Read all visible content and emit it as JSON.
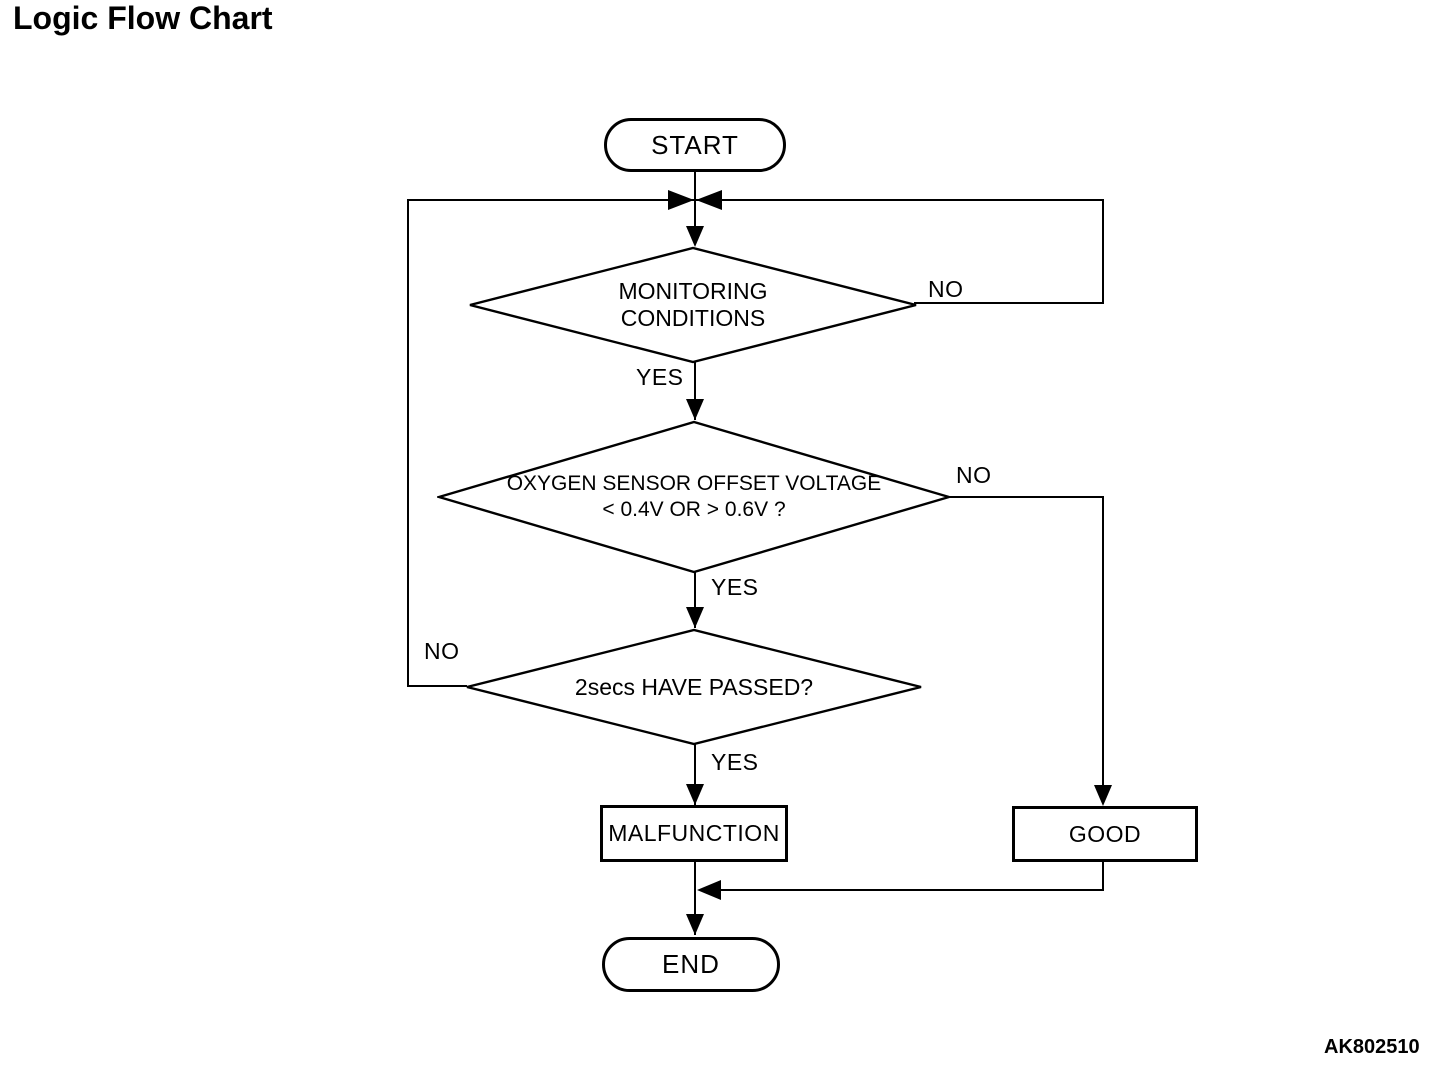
{
  "page": {
    "title": "Logic Flow Chart",
    "figure_code": "AK802510",
    "background_color": "#ffffff",
    "line_color": "#000000"
  },
  "flowchart": {
    "nodes": {
      "start": {
        "type": "terminator",
        "label": "START"
      },
      "monitoring": {
        "type": "decision",
        "label": "MONITORING\nCONDITIONS"
      },
      "oxygen": {
        "type": "decision",
        "label": "OXYGEN SENSOR OFFSET VOLTAGE\n< 0.4V OR > 0.6V ?"
      },
      "twosecs": {
        "type": "decision",
        "label": "2secs HAVE PASSED?"
      },
      "malfunction": {
        "type": "process",
        "label": "MALFUNCTION"
      },
      "good": {
        "type": "process",
        "label": "GOOD"
      },
      "end": {
        "type": "terminator",
        "label": "END"
      }
    },
    "edges": [
      {
        "from": "start",
        "to": "monitoring",
        "label": ""
      },
      {
        "from": "monitoring",
        "to": "entry-junction",
        "label": "NO"
      },
      {
        "from": "monitoring",
        "to": "oxygen",
        "label": "YES"
      },
      {
        "from": "oxygen",
        "to": "good",
        "label": "NO"
      },
      {
        "from": "oxygen",
        "to": "twosecs",
        "label": "YES"
      },
      {
        "from": "twosecs",
        "to": "entry-junction",
        "label": "NO"
      },
      {
        "from": "twosecs",
        "to": "malfunction",
        "label": "YES"
      },
      {
        "from": "malfunction",
        "to": "end",
        "label": ""
      },
      {
        "from": "good",
        "to": "end",
        "label": ""
      }
    ]
  }
}
